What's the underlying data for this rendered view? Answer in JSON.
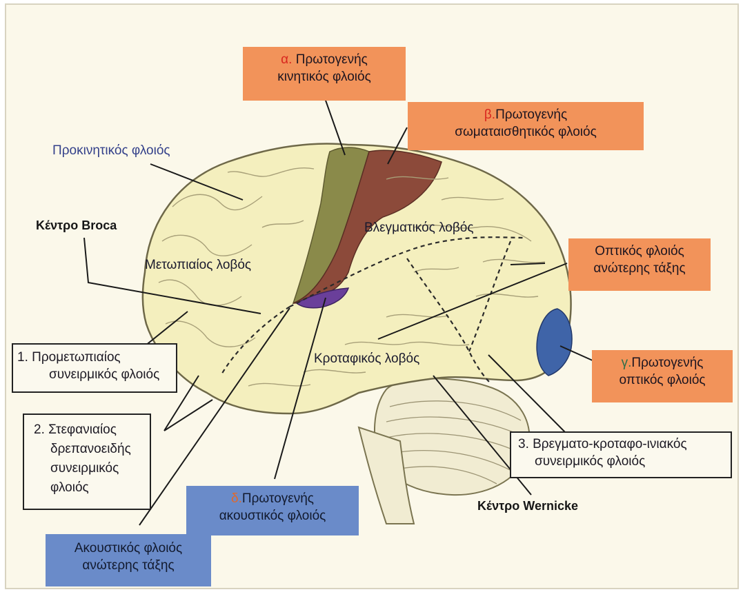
{
  "labels": {
    "primary_motor": {
      "tag": "α.",
      "line1": "Πρωτογενής",
      "line2": "κινητικός φλοιός"
    },
    "primary_somatosensory": {
      "tag": "β.",
      "line1": "Πρωτογενής",
      "line2": "σωματαισθητικός φλοιός"
    },
    "premotor": "Προκινητικός φλοιός",
    "broca": "Κέντρο Broca",
    "parietal_lobe": "Βλεγματικός λοβός",
    "frontal_lobe": "Μετωπιαίος λοβός",
    "higher_visual": {
      "line1": "Οπτικός φλοιός",
      "line2": "ανώτερης τάξης"
    },
    "prefrontal": {
      "line1": "1. Προμετωπιαίος",
      "line2": "συνειρμικός φλοιός"
    },
    "temporal_lobe": "Κροταφικός λοβός",
    "primary_visual": {
      "tag": "γ.",
      "line1": "Πρωτογενής",
      "line2": "οπτικός φλοιός"
    },
    "limbic": {
      "line1": "2. Στεφανιαίος",
      "line2": "δρεπανοειδής",
      "line3": "συνειρμικός",
      "line4": "φλοιός"
    },
    "parieto_temporo_occipital": {
      "line1": "3. Βρεγματο-κροταφο-ινιακός",
      "line2": "συνειρμικός φλοιός"
    },
    "primary_auditory": {
      "tag": "δ.",
      "line1": "Πρωτογενής",
      "line2": "ακουστικός φλοιός"
    },
    "wernicke": "Κέντρο Wernicke",
    "higher_auditory": {
      "line1": "Ακουστικός φλοιός",
      "line2": "ανώτερης τάξης"
    }
  },
  "colors": {
    "background": "#fbf8ea",
    "brain": "#f4efbe",
    "motor": "#8a8a4a",
    "somatosensory": "#8c4a3a",
    "auditory": "#6a3f9a",
    "visual": "#3f64a8",
    "box_orange": "#f2935a",
    "box_blue": "#6a8bc9"
  }
}
